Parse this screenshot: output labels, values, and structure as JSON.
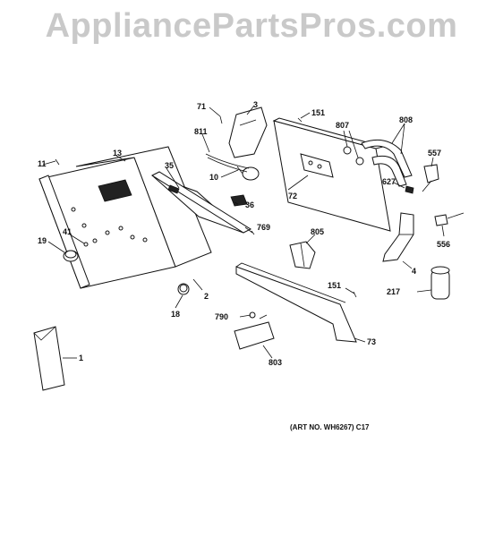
{
  "watermark": "AppliancePartsPros.com",
  "art_number": "(ART NO. WH6267) C17",
  "callouts": [
    "71",
    "3",
    "811",
    "151",
    "807",
    "808",
    "557",
    "11",
    "13",
    "35",
    "10",
    "36",
    "72",
    "627",
    "769",
    "805",
    "556",
    "41",
    "19",
    "4",
    "217",
    "151",
    "2",
    "18",
    "790",
    "73",
    "803",
    "1"
  ]
}
